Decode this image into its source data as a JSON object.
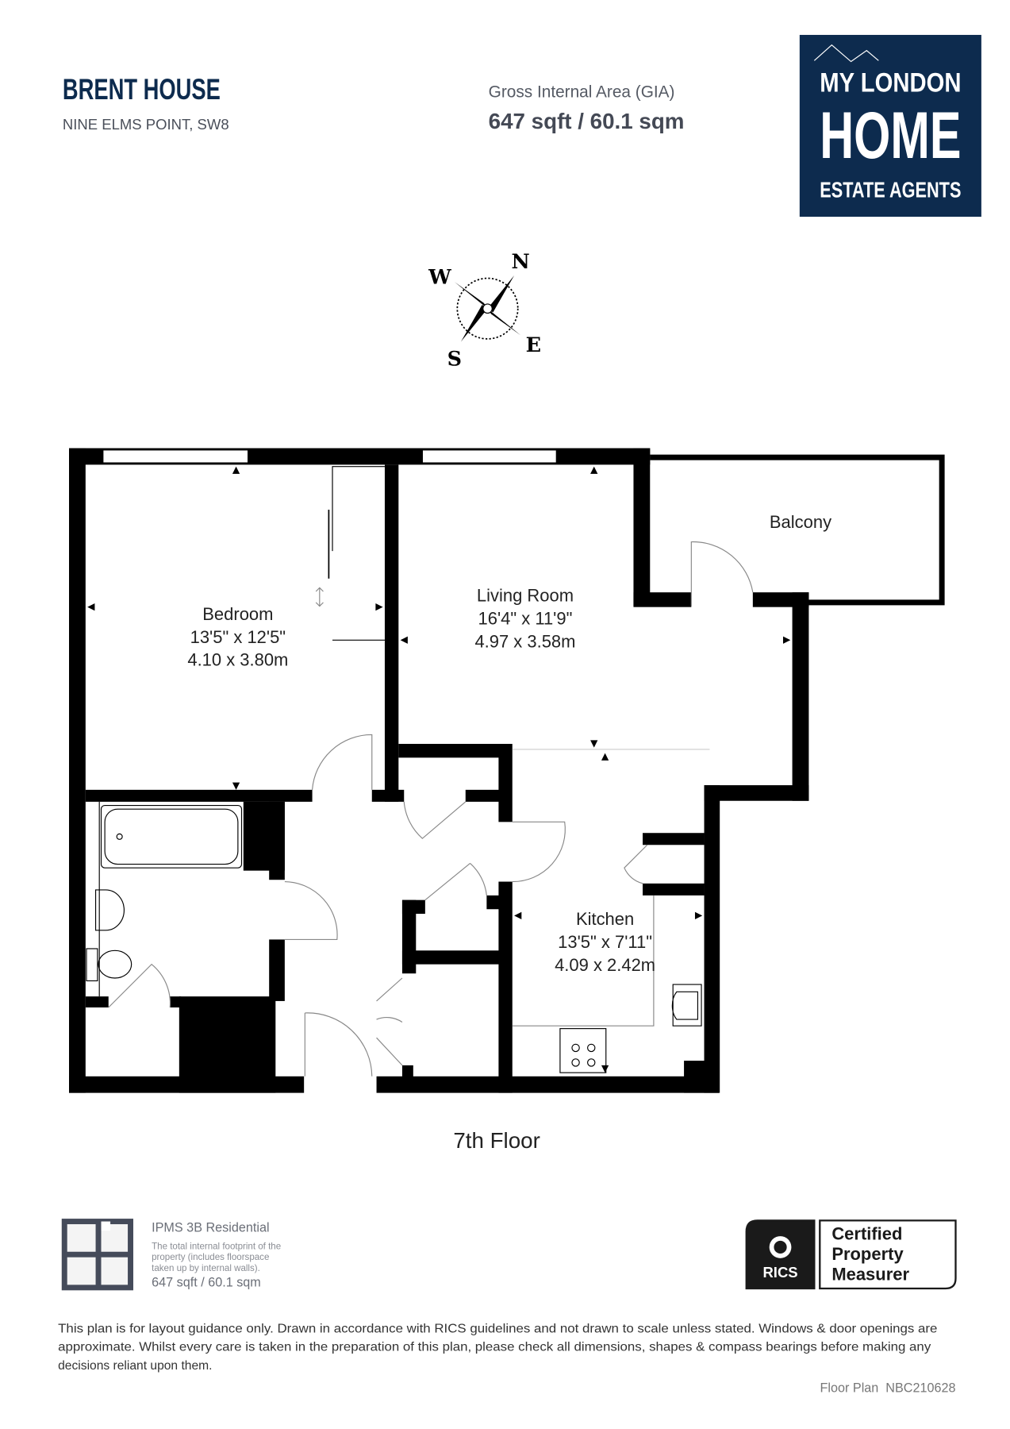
{
  "header": {
    "title": "BRENT HOUSE",
    "address": "NINE ELMS POINT, SW8",
    "area_label": "Gross Internal Area (GIA)",
    "area_value": "647 sqft / 60.1 sqm"
  },
  "logo": {
    "line1": "MY LONDON",
    "line2": "HOME",
    "line3": "ESTATE AGENTS",
    "background": "#0d2b4e"
  },
  "compass": {
    "n": "N",
    "e": "E",
    "s": "S",
    "w": "W"
  },
  "rooms": [
    {
      "name": "Bedroom",
      "imperial": "13'5\" x 12'5\"",
      "metric": "4.10 x 3.80m"
    },
    {
      "name": "Living Room",
      "imperial": "16'4\" x 11'9\"",
      "metric": "4.97 x 3.58m"
    },
    {
      "name": "Kitchen",
      "imperial": "13'5\" x 7'11\"",
      "metric": "4.09 x 2.42m"
    },
    {
      "name": "Balcony"
    }
  ],
  "floor_label": "7th Floor",
  "ipms": {
    "title": "IPMS 3B Residential",
    "desc1": "The total internal footprint of the",
    "desc2": "property (includes floorspace",
    "desc3": "taken up by internal walls).",
    "value": "647 sqft / 60.1 sqm"
  },
  "rics": {
    "brand": "RICS",
    "line1": "Certified",
    "line2": "Property",
    "line3": "Measurer"
  },
  "disclaimer": {
    "line1": "This plan is for layout guidance only. Drawn in accordance with RICS guidelines and not drawn to scale unless stated. Windows & door openings are",
    "line2": "approximate. Whilst every care is taken in the preparation of this plan, please check all dimensions, shapes & compass bearings before making any",
    "line3": "decisions reliant upon them."
  },
  "reference": "Floor Plan  NBC210628"
}
